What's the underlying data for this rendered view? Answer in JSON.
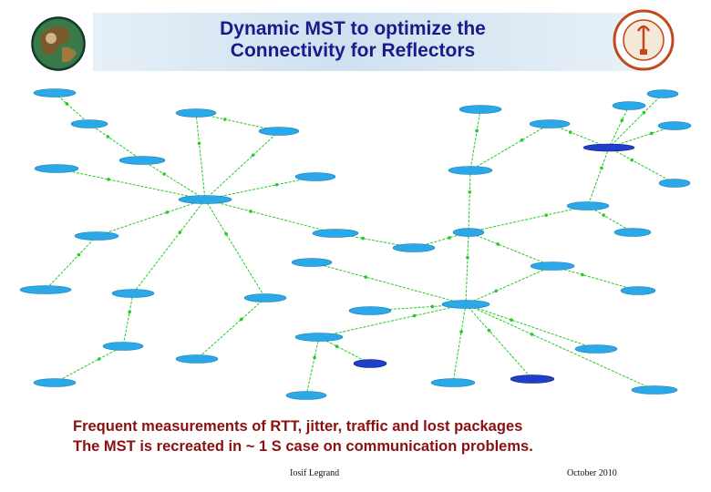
{
  "title": {
    "line1": "Dynamic MST to optimize the",
    "line2": "Connectivity for Reflectors"
  },
  "caption": {
    "line1": "Frequent measurements of RTT, jitter, traffic and lost packages",
    "line2": "The MST is recreated  in ~ 1 S  case on communication problems."
  },
  "footer": {
    "author": "Iosif Legrand",
    "date": "October 2010"
  },
  "colors": {
    "title": "#1a1a8c",
    "caption": "#8b1010",
    "node": "#2aa8e8",
    "node_dark": "#1f3fc8",
    "edge": "#22cc22"
  },
  "logos": {
    "left": "globe-logo-icon",
    "right": "caltech-seal-icon"
  }
}
